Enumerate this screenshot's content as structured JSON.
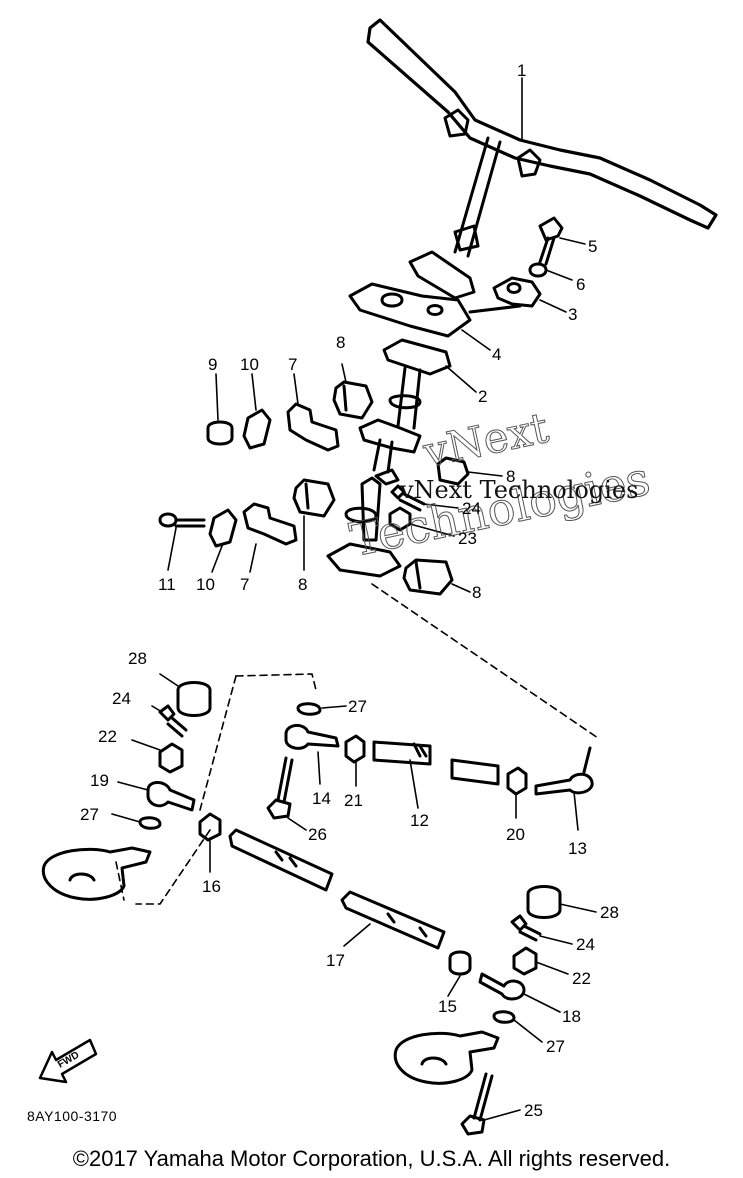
{
  "diagram": {
    "callouts": [
      "1",
      "5",
      "6",
      "3",
      "4",
      "2",
      "9",
      "10",
      "7",
      "8",
      "8",
      "24",
      "23",
      "11",
      "10",
      "7",
      "8",
      "8",
      "28",
      "27",
      "24",
      "22",
      "14",
      "21",
      "12",
      "20",
      "13",
      "19",
      "27",
      "26",
      "16",
      "28",
      "17",
      "24",
      "22",
      "15",
      "18",
      "27",
      "25"
    ],
    "diagram_code": "8AY100-3170",
    "fwd_label": "FWD",
    "watermark": {
      "lines": [
        "vNext",
        "Technologies"
      ],
      "overlay": "vNext Technologies"
    }
  },
  "footer": {
    "copyright": "©2017 Yamaha Motor Corporation, U.S.A. All rights reserved."
  }
}
